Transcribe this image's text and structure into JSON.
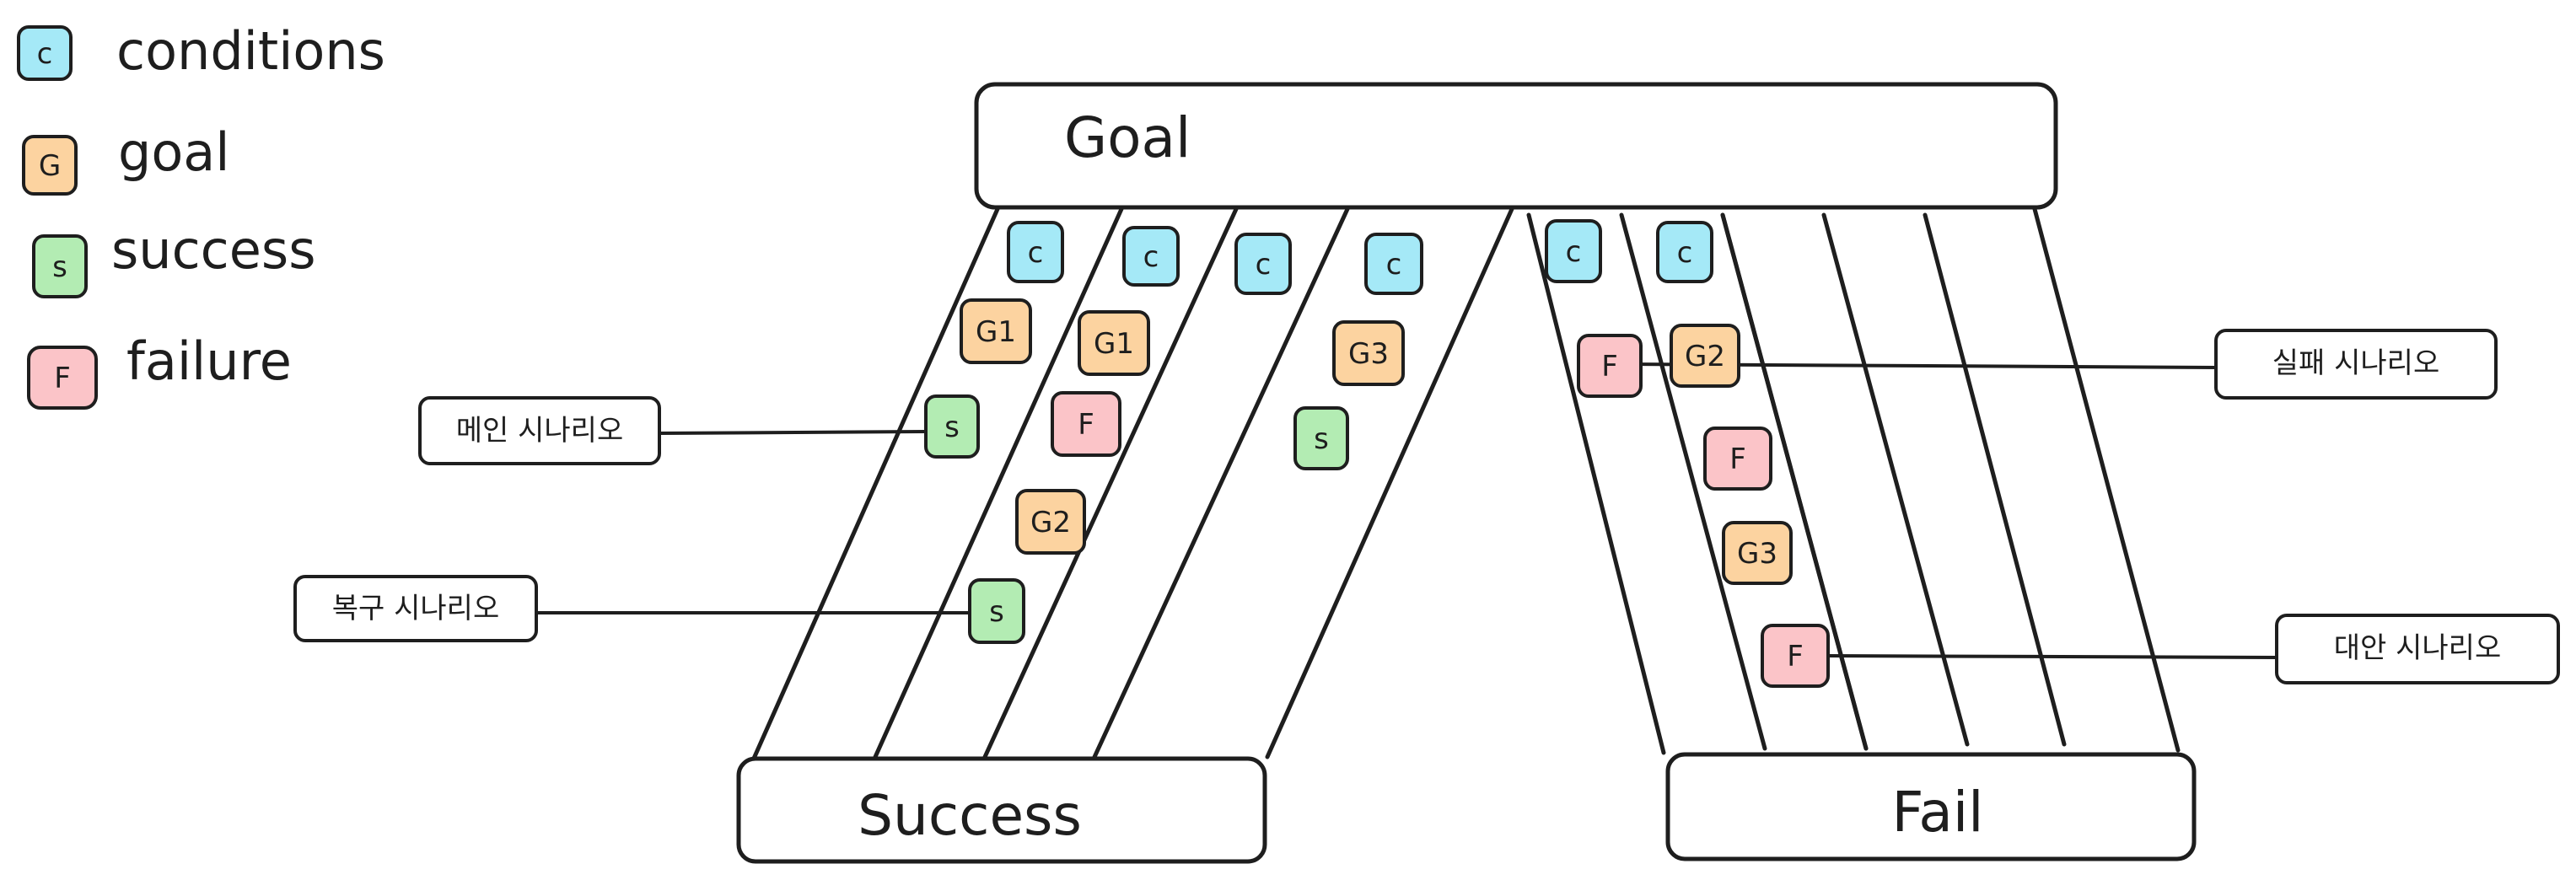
{
  "colors": {
    "conditions": "#a5e9f7",
    "goal": "#fcd3a0",
    "success": "#b3ecb3",
    "failure": "#fbc4c8",
    "stroke": "#1e1e1e"
  },
  "legend": [
    {
      "key": "conditions",
      "chip": "c",
      "label": "conditions"
    },
    {
      "key": "goal",
      "chip": "G",
      "label": "goal"
    },
    {
      "key": "success",
      "chip": "s",
      "label": "success"
    },
    {
      "key": "failure",
      "chip": "F",
      "label": "failure"
    }
  ],
  "boxes": {
    "goal": "Goal",
    "success": "Success",
    "fail": "Fail"
  },
  "chips": [
    {
      "kind": "conditions",
      "text": "c"
    },
    {
      "kind": "conditions",
      "text": "c"
    },
    {
      "kind": "conditions",
      "text": "c"
    },
    {
      "kind": "conditions",
      "text": "c"
    },
    {
      "kind": "goal",
      "text": "G1"
    },
    {
      "kind": "goal",
      "text": "G1"
    },
    {
      "kind": "goal",
      "text": "G3"
    },
    {
      "kind": "success",
      "text": "s"
    },
    {
      "kind": "failure",
      "text": "F"
    },
    {
      "kind": "success",
      "text": "s"
    },
    {
      "kind": "goal",
      "text": "G2"
    },
    {
      "kind": "success",
      "text": "s"
    },
    {
      "kind": "conditions",
      "text": "c"
    },
    {
      "kind": "conditions",
      "text": "c"
    },
    {
      "kind": "failure",
      "text": "F"
    },
    {
      "kind": "goal",
      "text": "G2"
    },
    {
      "kind": "failure",
      "text": "F"
    },
    {
      "kind": "goal",
      "text": "G3"
    },
    {
      "kind": "failure",
      "text": "F"
    }
  ],
  "callouts": {
    "main": "메인 시나리오",
    "recovery": "복구 시나리오",
    "failure": "실패 시나리오",
    "alternative": "대안 시나리오"
  }
}
